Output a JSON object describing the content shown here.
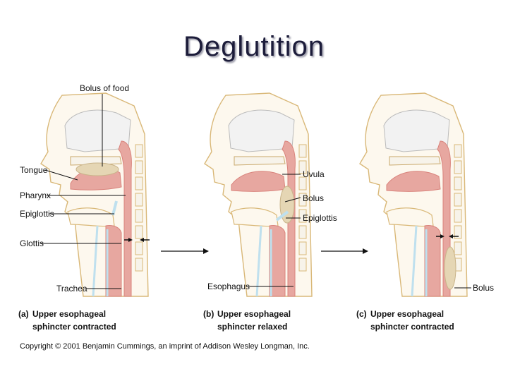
{
  "title": "Deglutition",
  "panels": [
    {
      "letter": "(a)",
      "caption_line1": "Upper esophageal",
      "caption_line2": "sphincter contracted",
      "labels": [
        "Bolus of food",
        "Tongue",
        "Pharynx",
        "Epiglottis",
        "Glottis",
        "Trachea"
      ]
    },
    {
      "letter": "(b)",
      "caption_line1": "Upper esophageal",
      "caption_line2": "sphincter relaxed",
      "labels": [
        "Uvula",
        "Bolus",
        "Epiglottis",
        "Esophagus"
      ]
    },
    {
      "letter": "(c)",
      "caption_line1": "Upper esophageal",
      "caption_line2": "sphincter contracted",
      "labels": [
        "Bolus"
      ]
    }
  ],
  "copyright": "Copyright © 2001 Benjamin Cummings, an imprint of Addison Wesley Longman, Inc.",
  "colors": {
    "muscle": "#e7a7a0",
    "muscle_dark": "#d9837c",
    "bone": "#f7f3ea",
    "cartilage": "#bfe0ee",
    "bolus": "#e5d6b4",
    "outline": "#d9b878",
    "skin": "#fdf8ee"
  }
}
